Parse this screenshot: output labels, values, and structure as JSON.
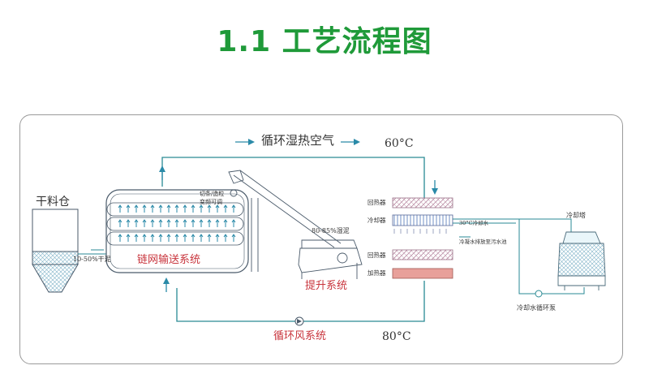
{
  "title": "1.1 工艺流程图",
  "labels": {
    "recirc_air": "循环湿热空气",
    "temp_top": "60°C",
    "temp_bottom": "80°C",
    "dry_silo": "干料仓",
    "dry_sludge": "10-50%干泥",
    "chain_conveyor": "链网输送系统",
    "cut_strip": "切条/造粒",
    "freq_adjust": "变频可调",
    "wet_sludge": "80-85%湿泥",
    "lift_system": "提升系统",
    "circ_fan": "循环风系统",
    "heat_recovery_1": "回热器",
    "cooler": "冷却器",
    "heat_recovery_2": "回热器",
    "heater": "加热器",
    "cool_water_30": "30°C冷却水",
    "condensate": "冷凝水排放至污水池",
    "cooling_tower": "冷却塔",
    "cool_pump": "冷却水循环泵"
  },
  "colors": {
    "title": "#1f9a39",
    "line": "#2a8a94",
    "arrow": "#2a8aa8",
    "label_red": "#c8343c",
    "hatch": "#c6a2b4",
    "heater": "#e8a09a"
  }
}
